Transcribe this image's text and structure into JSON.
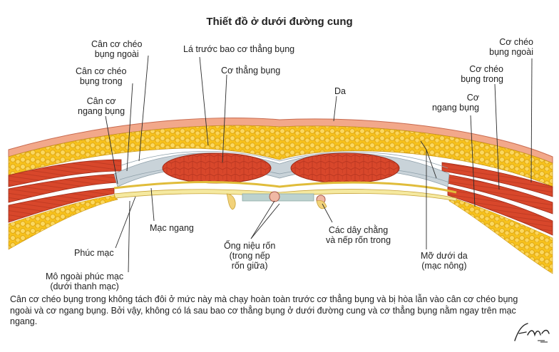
{
  "title": "Thiết đồ ở dưới đường cung",
  "labels": {
    "ext_oblique_apo": [
      "Cân cơ chéo",
      "bụng ngoài"
    ],
    "int_oblique_apo": [
      "Cân cơ chéo",
      "bụng trong"
    ],
    "transversus_apo": [
      "Cân cơ",
      "ngang bụng"
    ],
    "ant_rectus_sheath": "Lá trước bao cơ thẳng bụng",
    "rectus": "Cơ thẳng bụng",
    "skin": "Da",
    "ext_oblique": [
      "Cơ chéo",
      "bụng ngoài"
    ],
    "int_oblique": [
      "Cơ chéo",
      "bụng trong"
    ],
    "transversus": [
      "Cơ",
      "ngang bụng"
    ],
    "transversalis_fascia": "Mạc ngang",
    "peritoneum": "Phúc mạc",
    "extraperitoneal": [
      "Mô ngoài phúc mạc",
      "(dưới thanh mạc)"
    ],
    "urachus": [
      "Ống niệu rốn",
      "(trong nếp",
      "rốn giữa)"
    ],
    "umbilical_ligaments": [
      "Các dây chằng",
      "và nếp rốn trong"
    ],
    "subcutaneous_fat": [
      "Mỡ dưới da",
      "(mạc nông)"
    ]
  },
  "caption": "Cân cơ chéo bụng trong không tách đôi ở mức này mà chạy hoàn toàn trước cơ thẳng bụng và bị hòa lẫn vào cân cơ chéo bụng ngoài và cơ ngang bụng. Bởi vậy, không có lá sau bao cơ thẳng bụng ở dưới đường cung và cơ thẳng bụng nằm ngay trên mạc ngang.",
  "signature": "F. Netter M.D.",
  "colors": {
    "skin": "#f2a88a",
    "fat": "#f7c21c",
    "muscle": "#d8472b",
    "muscle_dark": "#a82a18",
    "aponeurosis": "#c9d3d9",
    "fascia": "#f3dc6a",
    "peritoneum": "#f5e9a0"
  }
}
